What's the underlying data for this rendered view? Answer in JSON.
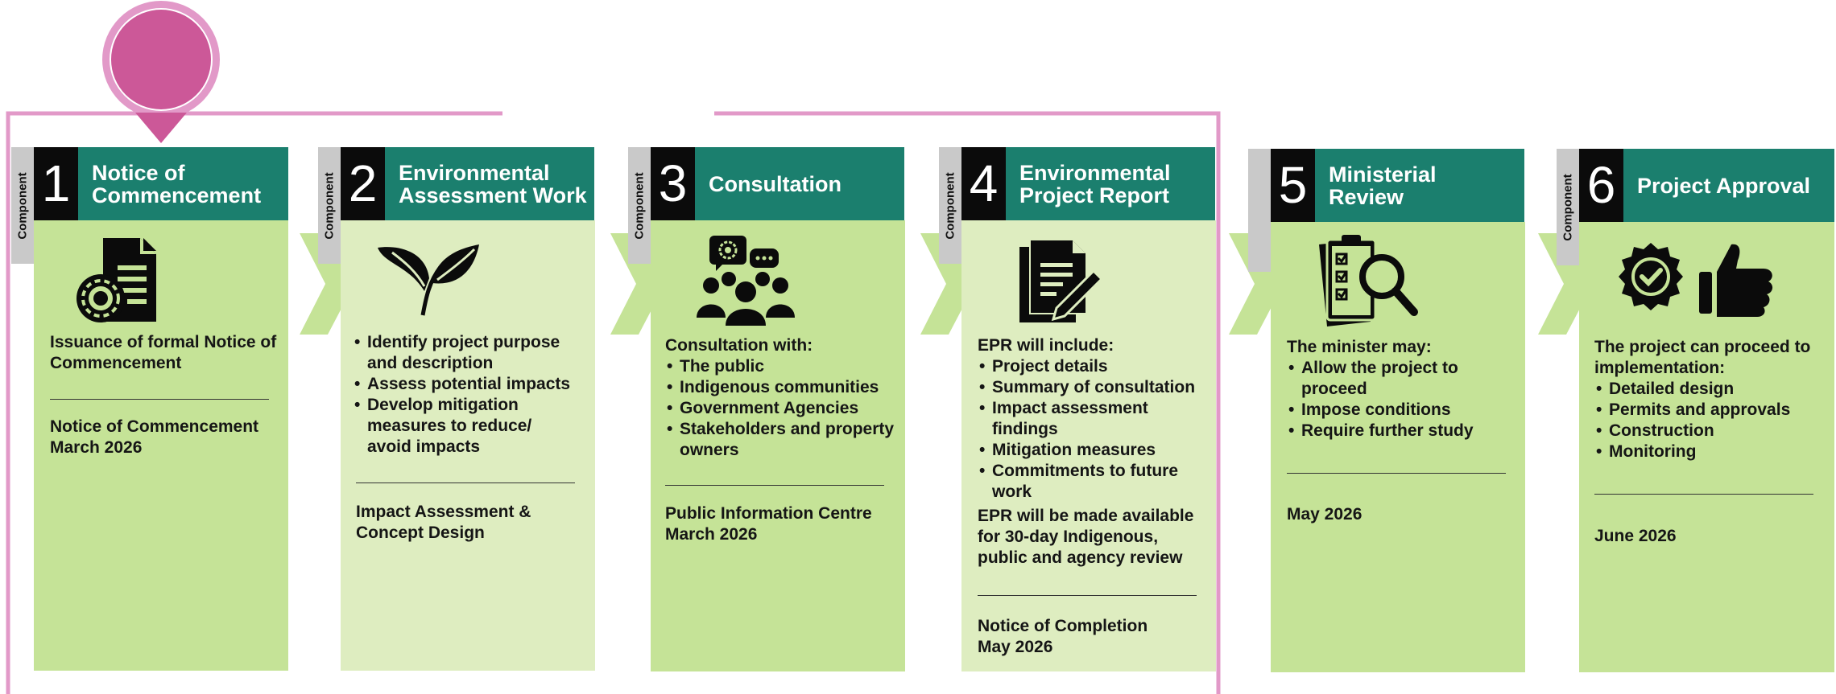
{
  "component_label": "Component",
  "colors": {
    "teal": "#1b7f6e",
    "green": "#c5e397",
    "light_green": "#deedc0",
    "pink": "#e299c8",
    "magenta": "#cc5898"
  },
  "components": [
    {
      "number": "1",
      "title": [
        "Notice of",
        "Commencement"
      ],
      "icon": "document-gear-icon",
      "text": "Issuance of formal Notice of Commencement",
      "bullets": [],
      "footer": [
        "Notice of Commencement",
        "March 2026"
      ]
    },
    {
      "number": "2",
      "title": [
        "Environmental",
        "Assessment Work"
      ],
      "icon": "leaves-icon",
      "text": "",
      "bullets": [
        "Identify project purpose and description",
        "Assess potential impacts",
        "Develop mitigation measures to reduce/ avoid impacts"
      ],
      "footer": [
        "Impact Assessment &",
        "Concept Design"
      ]
    },
    {
      "number": "3",
      "title": [
        "Consultation"
      ],
      "icon": "people-discussion-icon",
      "text": "Consultation with:",
      "bullets": [
        "The public",
        "Indigenous communities",
        "Government Agencies",
        "Stakeholders and property owners"
      ],
      "footer": [
        "Public Information Centre",
        "March 2026"
      ]
    },
    {
      "number": "4",
      "title": [
        "Environmental",
        "Project Report"
      ],
      "icon": "report-pen-icon",
      "text": "EPR will include:",
      "bullets": [
        "Project details",
        "Summary of consultation",
        "Impact assessment findings",
        "Mitigation measures",
        "Commitments to future work"
      ],
      "extra": "EPR will be made available for 30-day Indigenous, public and agency review",
      "footer": [
        "Notice of Completion",
        "May 2026"
      ]
    },
    {
      "number": "5",
      "title": [
        "Ministerial",
        "Review"
      ],
      "icon": "checklist-magnifier-icon",
      "text": "The minister may:",
      "bullets": [
        "Allow the project to proceed",
        "Impose conditions",
        "Require further study"
      ],
      "footer": [
        "May 2026"
      ]
    },
    {
      "number": "6",
      "title": [
        "Project Approval"
      ],
      "icon": "badge-thumbs-up-icon",
      "text": "The project can proceed to implementation:",
      "bullets": [
        "Detailed design",
        "Permits and approvals",
        "Construction",
        "Monitoring"
      ],
      "footer": [
        "June 2026"
      ]
    }
  ]
}
